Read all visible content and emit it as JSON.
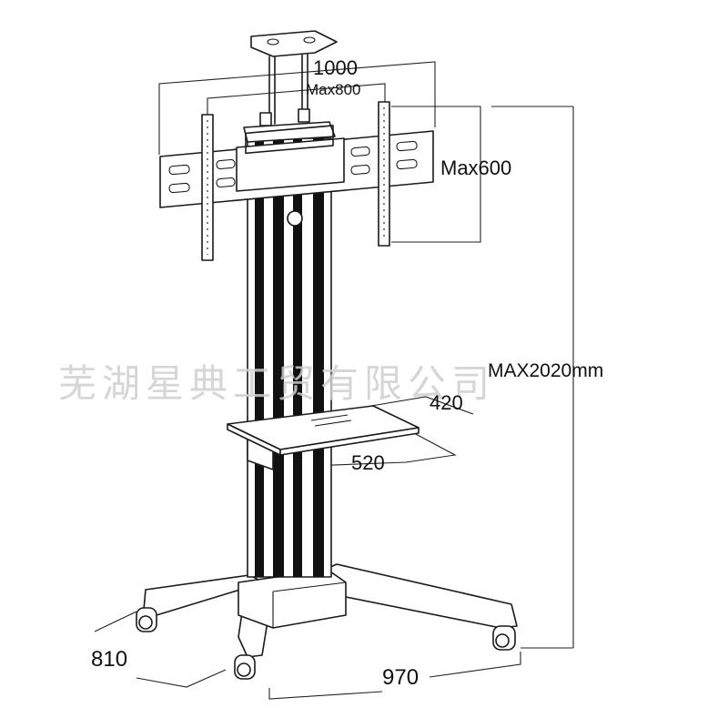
{
  "watermark": "芜湖星典工贸有限公司",
  "dimensions": {
    "mount_width": "1000",
    "mount_width_inner": "Max800",
    "mount_height": "Max600",
    "total_height": "MAX2020mm",
    "shelf_depth": "420",
    "shelf_width": "520",
    "base_depth": "810",
    "base_width": "970"
  },
  "colors": {
    "line": "#1a1a1a",
    "fill": "#ffffff",
    "watermark": "#cfcfcf"
  }
}
